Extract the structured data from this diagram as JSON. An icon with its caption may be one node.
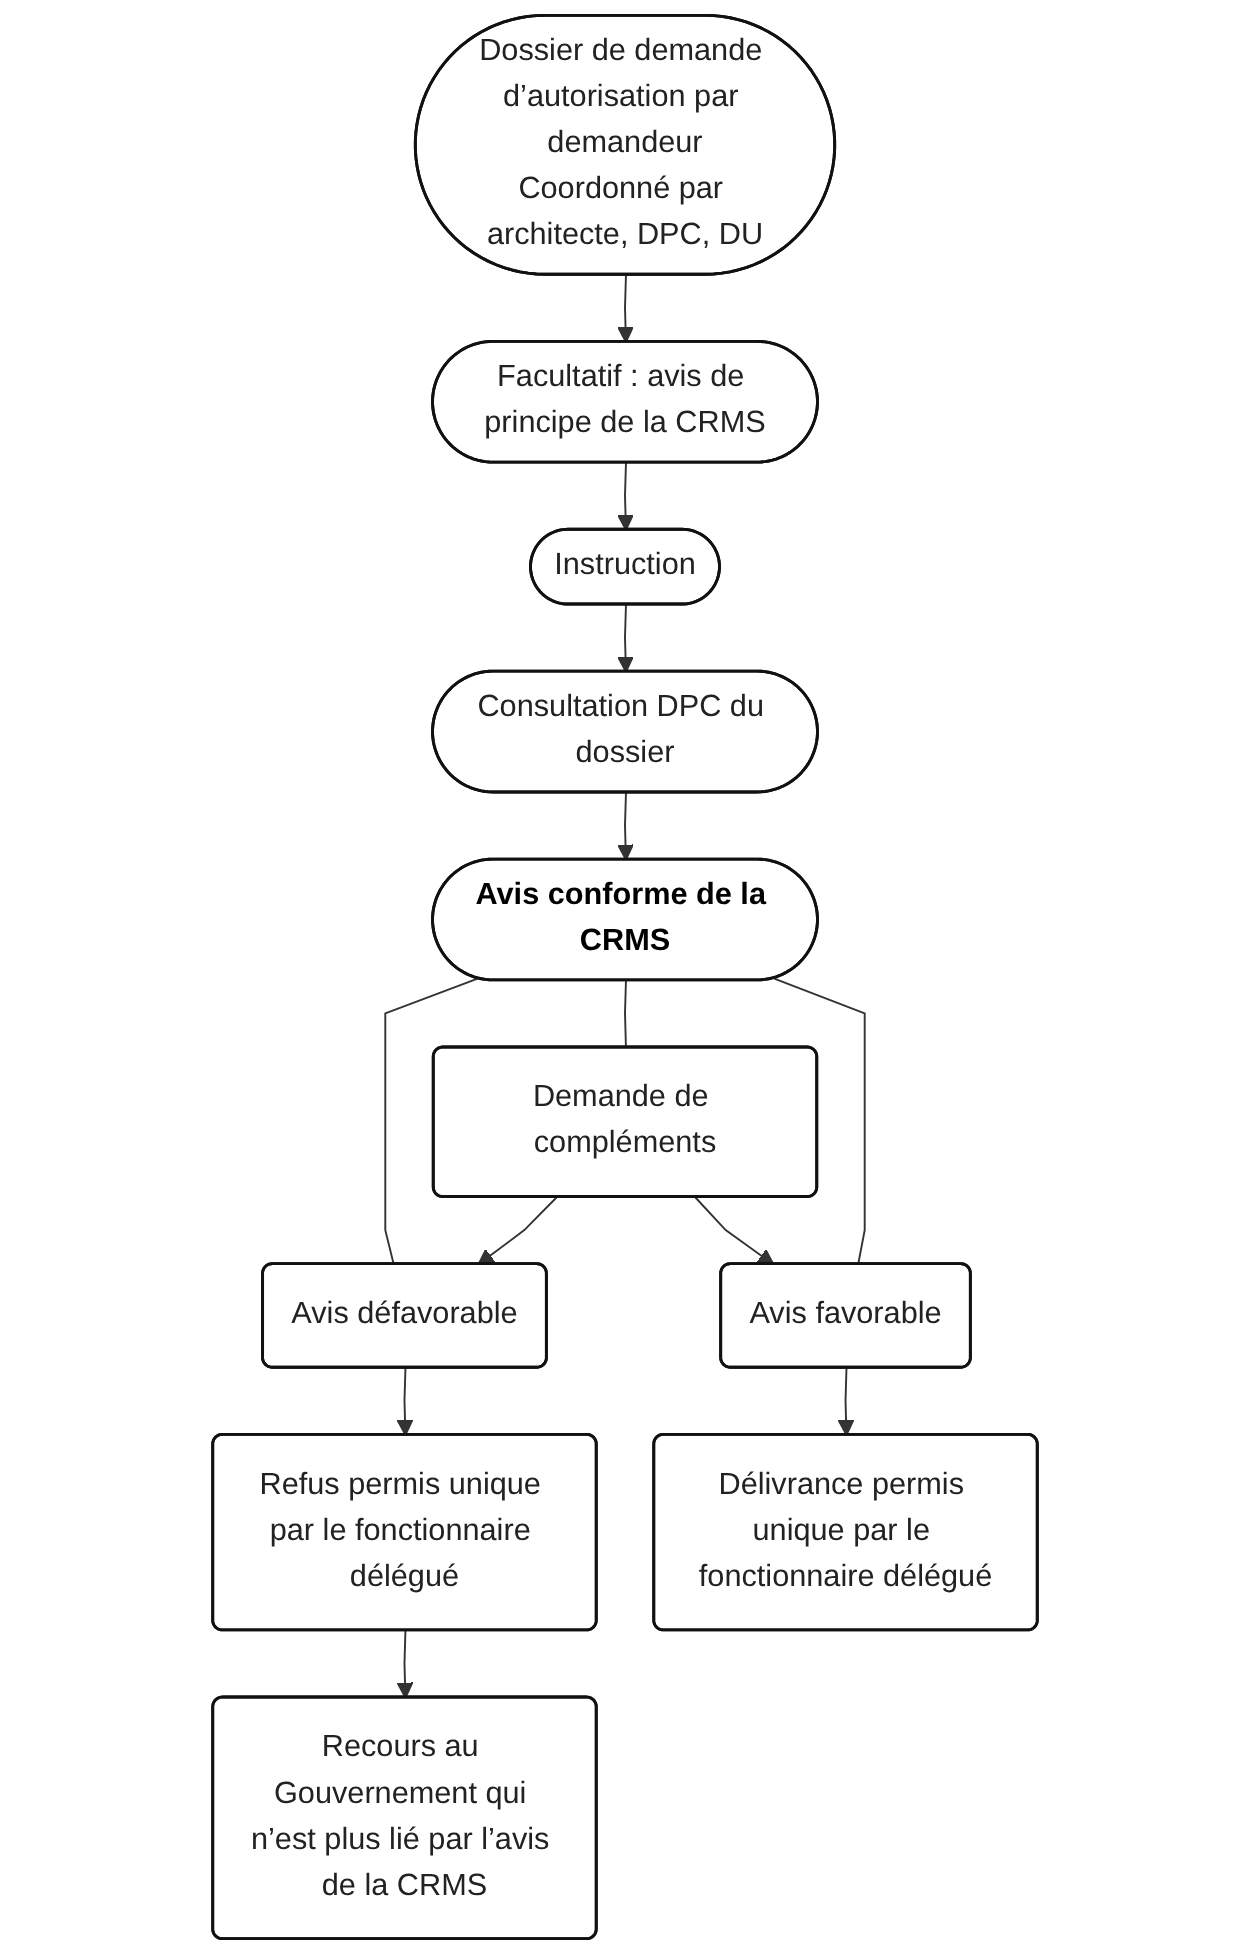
{
  "diagram": {
    "nodes": [
      {
        "text": [
          "Dossier de demande d’autorisation par demandeur",
          "Coordonné par architecte, DPC, DU"
        ]
      },
      {
        "text": [
          "Facultatif : avis de principe de la CRMS"
        ]
      },
      {
        "text": [
          "Instruction"
        ]
      },
      {
        "text": [
          "Consultation DPC du dossier"
        ]
      },
      {
        "text": [
          "Avis conforme de la CRMS"
        ]
      },
      {
        "text": [
          "Avis défavorable"
        ]
      },
      {
        "text": [
          "Demande de compléments"
        ]
      },
      {
        "text": [
          "Avis favorable"
        ]
      },
      {
        "text": [
          "Refus permis unique par le fonctionnaire délégué"
        ]
      },
      {
        "text": [
          "Délivrance permis unique par le fonctionnaire délégué"
        ]
      },
      {
        "text": [
          "Recours au Gouvernement qui n’est plus lié par l’avis de la CRMS"
        ]
      }
    ],
    "edges": [
      {
        "from": 0,
        "to": 1,
        "arrow": "to"
      },
      {
        "from": 1,
        "to": 2,
        "arrow": "to"
      },
      {
        "from": 2,
        "to": 3,
        "arrow": "to"
      },
      {
        "from": 3,
        "to": 4,
        "arrow": "to"
      },
      {
        "from": 4,
        "to": 5,
        "arrow": "none"
      },
      {
        "from": 4,
        "to": 6,
        "arrow": "none"
      },
      {
        "from": 4,
        "to": 7,
        "arrow": "none"
      },
      {
        "from": 6,
        "to": 5,
        "arrow": "to"
      },
      {
        "from": 6,
        "to": 7,
        "arrow": "to"
      },
      {
        "from": 5,
        "to": 8,
        "arrow": "to"
      },
      {
        "from": 7,
        "to": 9,
        "arrow": "to"
      },
      {
        "from": 8,
        "to": 10,
        "arrow": "to"
      }
    ]
  }
}
